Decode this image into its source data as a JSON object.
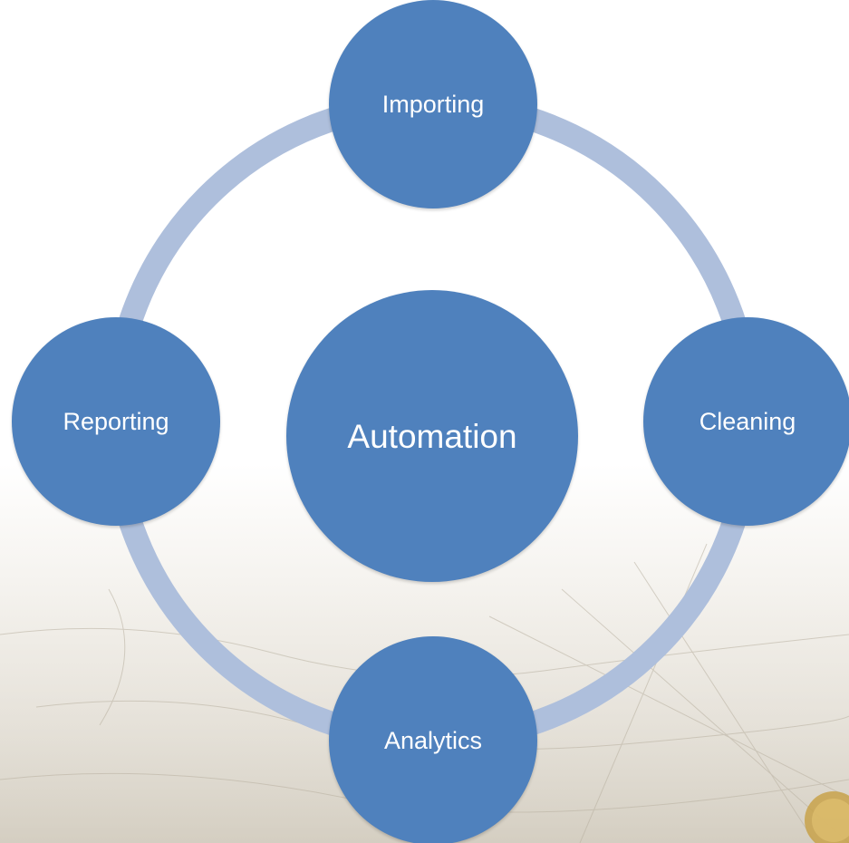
{
  "diagram": {
    "center": {
      "label": "Automation"
    },
    "nodes": [
      {
        "id": "top",
        "label": "Importing"
      },
      {
        "id": "right",
        "label": "Cleaning"
      },
      {
        "id": "bottom",
        "label": "Analytics"
      },
      {
        "id": "left",
        "label": "Reporting"
      }
    ]
  },
  "colors": {
    "node_fill": "#4f81bd",
    "ring_stroke": "#aebfdc",
    "background": "#ffffff",
    "map_tone": "#d6d0c4"
  }
}
